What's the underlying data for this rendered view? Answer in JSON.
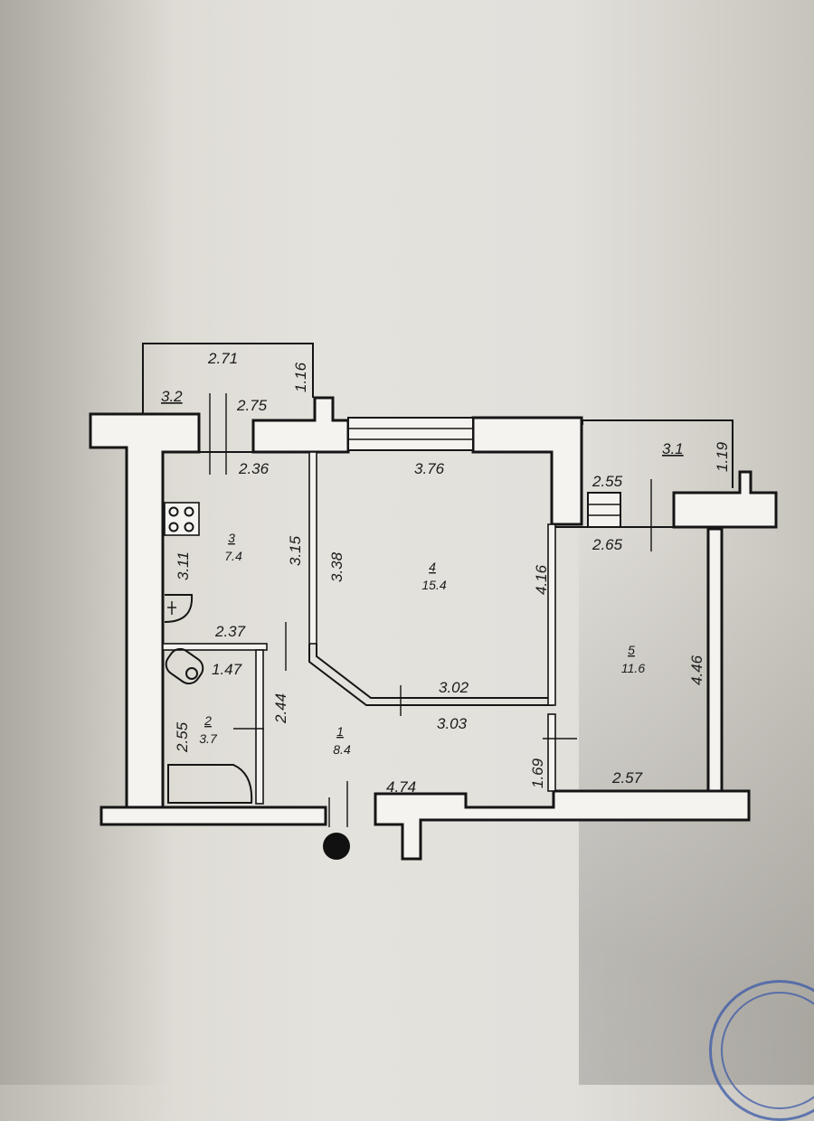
{
  "plan": {
    "dimensions": {
      "balcony_top_width": "2.71",
      "balcony_top_area": "3.2",
      "balcony_top_depth": "1.16",
      "kitchen_window": "2.75",
      "kitchen_width": "2.36",
      "kitchen_height": "3.11",
      "kitchen_right_height": "3.15",
      "living_width_top": "3.76",
      "living_height_left": "3.38",
      "living_height_right": "4.16",
      "hall_top": "2.37",
      "bath_width": "1.47",
      "bath_height": "2.55",
      "hall_height": "2.44",
      "living_bottom": "3.02",
      "hall_bottom_top": "3.03",
      "hall_length": "4.74",
      "hall_side": "1.69",
      "balcony_right_area": "3.1",
      "balcony_right_depth": "1.19",
      "room5_window": "2.55",
      "room5_width": "2.65",
      "room5_height": "4.46",
      "room5_bottom": "2.57"
    },
    "rooms": [
      {
        "num": "1",
        "area": "8.4"
      },
      {
        "num": "2",
        "area": "3.7"
      },
      {
        "num": "3",
        "area": "7.4"
      },
      {
        "num": "4",
        "area": "15.4"
      },
      {
        "num": "5",
        "area": "11.6"
      }
    ]
  },
  "colors": {
    "line": "#151515",
    "paper": "#e4e2dd",
    "stamp": "#3b5aa8"
  }
}
